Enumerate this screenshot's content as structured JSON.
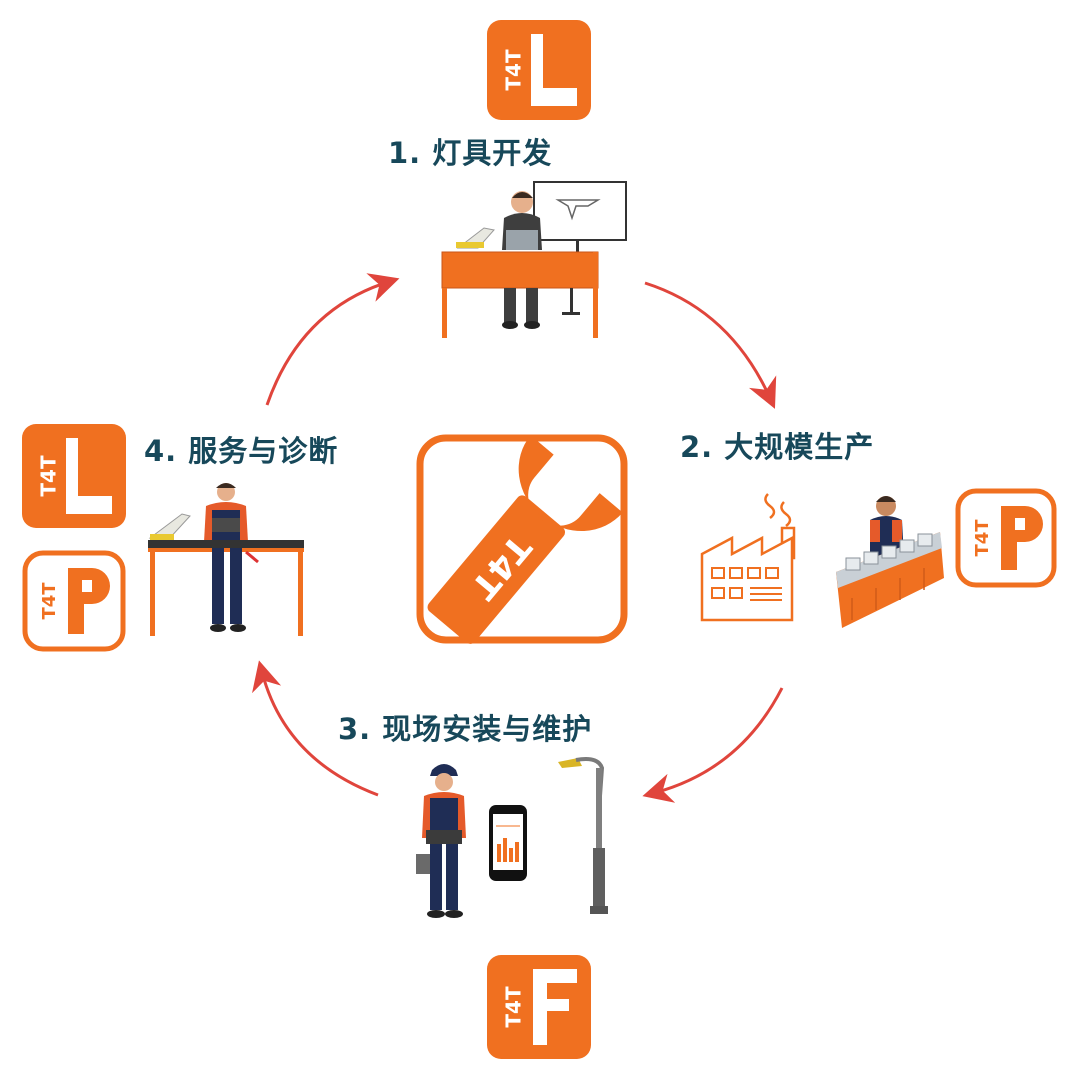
{
  "steps": [
    {
      "label": "1. 灯具开发"
    },
    {
      "label": "2. 大规模生产"
    },
    {
      "label": "3. 现场安装与维护"
    },
    {
      "label": "4. 服务与诊断"
    }
  ],
  "badges": {
    "top": {
      "mark": "T4T",
      "letter": "L"
    },
    "right": {
      "mark": "T4T",
      "letter": "P"
    },
    "left_top": {
      "mark": "T4T",
      "letter": "L"
    },
    "left_bottom": {
      "mark": "T4T",
      "letter": "P"
    },
    "bottom": {
      "mark": "T4T",
      "letter": "F"
    },
    "center": {
      "mark": "T4T"
    }
  },
  "colors": {
    "brand_orange": "#f07020",
    "arrow_red": "#e0453c",
    "label_teal": "#17485a",
    "navy": "#1f2d55"
  },
  "icons": {
    "center": "wrench-logo-icon",
    "arrows": "cycle-arrow-icon"
  }
}
